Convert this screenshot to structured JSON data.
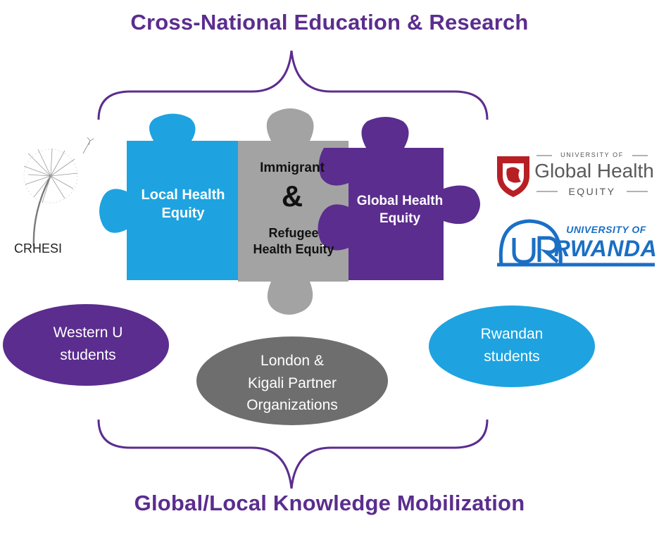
{
  "header": {
    "title": "Cross-National Education & Research"
  },
  "footer": {
    "title": "Global/Local Knowledge Mobilization"
  },
  "colors": {
    "purple": "#5b2d8e",
    "light_blue": "#1ea3e0",
    "gray": "#a3a3a3",
    "dark_gray": "#6e6e6e",
    "rwanda_blue": "#1a6fc4"
  },
  "puzzle": {
    "local": {
      "line1": "Local Health",
      "line2": "Equity"
    },
    "center": {
      "top": "Immigrant",
      "amp": "&",
      "line1": "Refugee",
      "line2": "Health Equity"
    },
    "global": {
      "line1": "Global Health",
      "line2": "Equity"
    }
  },
  "groups": {
    "western": {
      "line1": "Western U",
      "line2": "students"
    },
    "partners": {
      "line1": "London &",
      "line2": "Kigali Partner",
      "line3": "Organizations"
    },
    "rwandan": {
      "line1": "Rwandan",
      "line2": "students"
    }
  },
  "logos": {
    "crhesi": {
      "label": "CRHESI",
      "icon": "dandelion-icon"
    },
    "ugh": {
      "line1": "UNIVERSITY OF",
      "line2": "Global Health",
      "line3": "EQUITY",
      "icon": "lion-shield-icon"
    },
    "ur": {
      "line1": "UNIVERSITY OF",
      "line2": "RWANDA",
      "icon": "ur-monogram-icon"
    }
  }
}
